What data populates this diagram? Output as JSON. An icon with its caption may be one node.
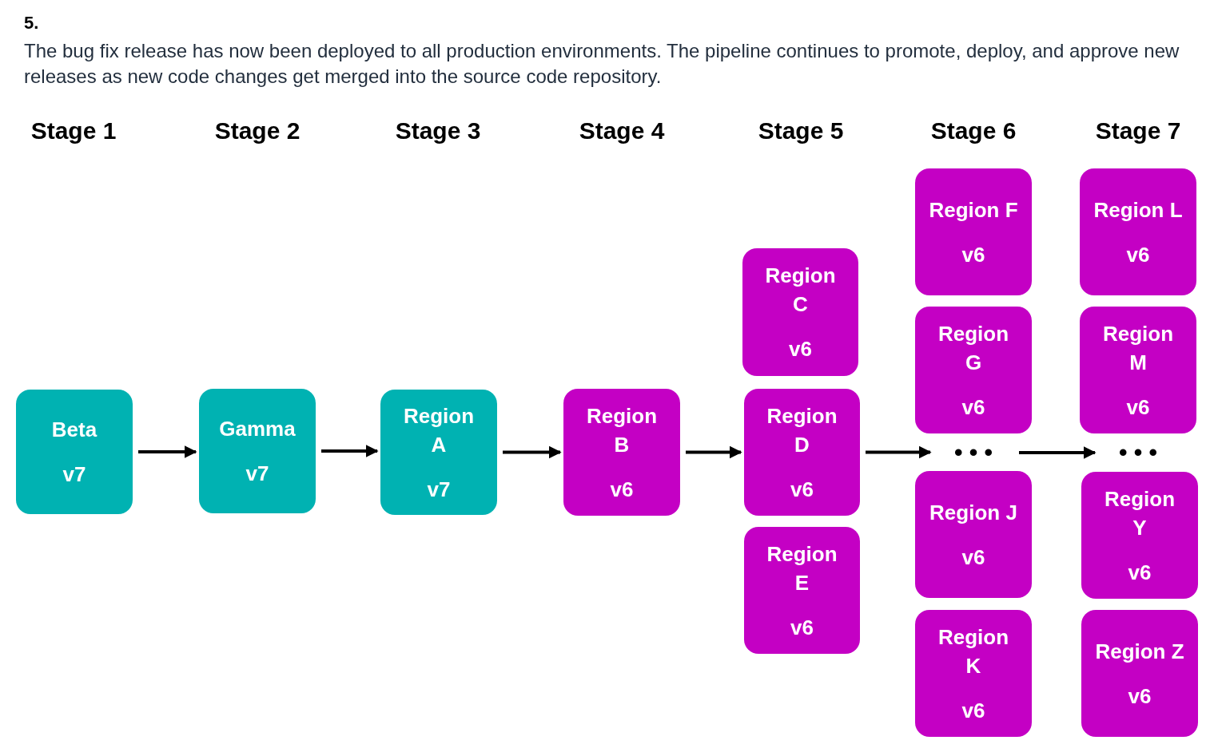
{
  "diagram": {
    "title": "5.",
    "caption": "The bug fix release has now been deployed to all production environments.  The pipeline continues to promote, deploy, and approve new releases as new code changes get merged into the source code repository.",
    "nodes": [
      {
        "text": [
          "Beta",
          "v7"
        ]
      },
      {
        "text": [
          "Gamma",
          "v7"
        ]
      },
      {
        "text": [
          "Region A",
          "v7"
        ]
      },
      {
        "text": [
          "Region B",
          "v6"
        ]
      },
      {
        "text": [
          "Region C",
          "v6"
        ]
      },
      {
        "text": [
          "Region D",
          "v6"
        ]
      },
      {
        "text": [
          "Region E",
          "v6"
        ]
      },
      {
        "text": [
          "Region F",
          "v6"
        ]
      },
      {
        "text": [
          "Region G",
          "v6"
        ]
      },
      {
        "text": [
          "• • •"
        ]
      },
      {
        "text": [
          "Region J",
          "v6"
        ]
      },
      {
        "text": [
          "Region K",
          "v6"
        ]
      },
      {
        "text": [
          "Region L",
          "v6"
        ]
      },
      {
        "text": [
          "Region M",
          "v6"
        ]
      },
      {
        "text": [
          "• • •"
        ]
      },
      {
        "text": [
          "Region Y",
          "v6"
        ]
      },
      {
        "text": [
          "Region Z",
          "v6"
        ]
      }
    ],
    "edges": [
      {
        "from": 0,
        "to": 1,
        "arrow": "to"
      },
      {
        "from": 1,
        "to": 2,
        "arrow": "to"
      },
      {
        "from": 2,
        "to": 3,
        "arrow": "to"
      },
      {
        "from": 3,
        "to": 5,
        "arrow": "to"
      },
      {
        "from": 5,
        "to": 9,
        "arrow": "to"
      },
      {
        "from": 9,
        "to": 14,
        "arrow": "to"
      }
    ],
    "labels": [
      "Stage 1",
      "Stage 2",
      "Stage 3",
      "Stage 4",
      "Stage 5",
      "Stage 6",
      "Stage 7"
    ]
  }
}
